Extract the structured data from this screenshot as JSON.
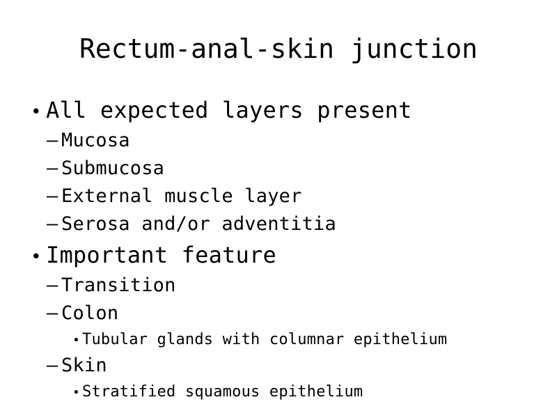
{
  "slide": {
    "title": "Rectum-anal-skin junction",
    "background_color": "#ffffff",
    "text_color": "#000000",
    "markers": {
      "level1": "•",
      "level2": "–",
      "level3": "•"
    },
    "outline": [
      {
        "level": 1,
        "text": "All expected layers present"
      },
      {
        "level": 2,
        "text": "Mucosa"
      },
      {
        "level": 2,
        "text": "Submucosa"
      },
      {
        "level": 2,
        "text": "External muscle layer"
      },
      {
        "level": 2,
        "text": "Serosa and/or adventitia"
      },
      {
        "level": 1,
        "text": "Important feature"
      },
      {
        "level": 2,
        "text": "Transition"
      },
      {
        "level": 2,
        "text": "Colon"
      },
      {
        "level": 3,
        "text": "Tubular glands with columnar epithelium"
      },
      {
        "level": 2,
        "text": "Skin"
      },
      {
        "level": 3,
        "text": "Stratified squamous epithelium"
      }
    ]
  }
}
